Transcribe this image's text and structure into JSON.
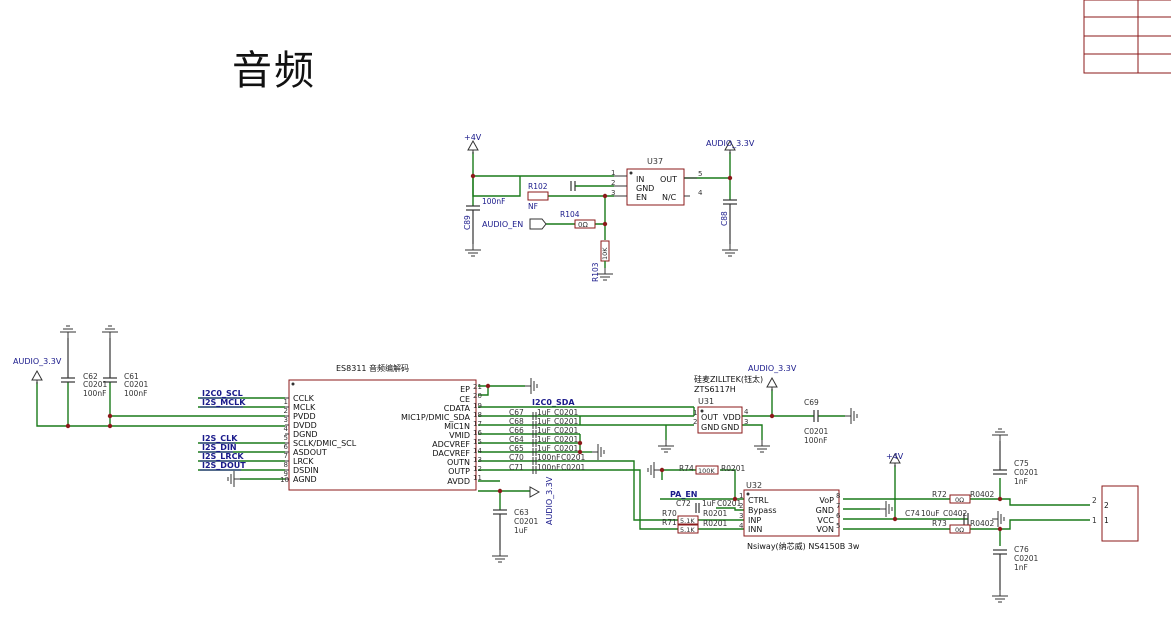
{
  "page": {
    "title": "音频"
  },
  "nets": {
    "plus4v": "+4V",
    "audio33": "AUDIO_3.3V",
    "audio_en": "AUDIO_EN",
    "i2c_scl": "I2C0_SCL",
    "i2s_mclk": "I2S_MCLK",
    "i2s_clk": "I2S_CLK",
    "i2s_din": "I2S_DIN",
    "i2s_lrck": "I2S_LRCK",
    "i2s_dout": "I2S_DOUT",
    "i2c_sda": "I2C0_SDA",
    "pa_en": "PA_EN"
  },
  "ldo": {
    "ref": "U37",
    "pins": [
      "IN",
      "GND",
      "EN",
      "OUT",
      "N/C"
    ],
    "pin_numbers": [
      "1",
      "2",
      "3",
      "5",
      "4"
    ]
  },
  "ldo_parts": {
    "c89": {
      "ref": "C89",
      "value": "100nF"
    },
    "c88": {
      "ref": "C88"
    },
    "r102": {
      "ref": "R102",
      "value": "NF"
    },
    "r104": {
      "ref": "R104",
      "value": "0Ω"
    },
    "r103": {
      "ref": "R103",
      "value": "10K"
    }
  },
  "codec": {
    "title": "ES8311 音频编解码",
    "left_pins": [
      {
        "num": "1",
        "name": "CCLK"
      },
      {
        "num": "2",
        "name": "MCLK"
      },
      {
        "num": "3",
        "name": "PVDD"
      },
      {
        "num": "4",
        "name": "DVDD"
      },
      {
        "num": "5",
        "name": "DGND"
      },
      {
        "num": "6",
        "name": "SCLK/DMIC_SCL"
      },
      {
        "num": "7",
        "name": "ASDOUT"
      },
      {
        "num": "8",
        "name": "LRCK"
      },
      {
        "num": "9",
        "name": "DSDIN"
      },
      {
        "num": "10",
        "name": "AGND"
      }
    ],
    "right_pins": [
      {
        "num": "21",
        "name": "EP"
      },
      {
        "num": "20",
        "name": "CE"
      },
      {
        "num": "19",
        "name": "CDATA"
      },
      {
        "num": "18",
        "name": "MIC1P/DMIC_SDA"
      },
      {
        "num": "17",
        "name": "MIC1N"
      },
      {
        "num": "16",
        "name": "VMID"
      },
      {
        "num": "15",
        "name": "ADCVREF"
      },
      {
        "num": "14",
        "name": "DACVREF"
      },
      {
        "num": "13",
        "name": "OUTN"
      },
      {
        "num": "12",
        "name": "OUTP"
      },
      {
        "num": "11",
        "name": "AVDD"
      }
    ]
  },
  "decoupling": {
    "c62": {
      "ref": "C62",
      "pkg": "C0201",
      "value": "100nF"
    },
    "c61": {
      "ref": "C61",
      "pkg": "C0201",
      "value": "100nF"
    },
    "c63": {
      "ref": "C63",
      "pkg": "C0201",
      "value": "1uF"
    }
  },
  "codec_caps": [
    {
      "ref": "C67",
      "value": "1uF",
      "pkg": "C0201"
    },
    {
      "ref": "C68",
      "value": "1uF",
      "pkg": "C0201"
    },
    {
      "ref": "C66",
      "value": "1uF",
      "pkg": "C0201"
    },
    {
      "ref": "C64",
      "value": "1uF",
      "pkg": "C0201"
    },
    {
      "ref": "C65",
      "value": "1uF",
      "pkg": "C0201"
    },
    {
      "ref": "C70",
      "value": "100nF",
      "pkg": "C0201"
    },
    {
      "ref": "C71",
      "value": "100nF",
      "pkg": "C0201"
    }
  ],
  "mic": {
    "ref": "U31",
    "vendor": "硅麦ZILLTEK(钰太)",
    "part": "ZTS6117H",
    "pins": [
      "OUT",
      "VDD",
      "GND",
      "GND"
    ],
    "pin_numbers": [
      "1",
      "4",
      "2",
      "3"
    ],
    "c69": {
      "ref": "C69",
      "pkg": "C0201",
      "value": "100nF"
    }
  },
  "amp": {
    "ref": "U32",
    "desc": "Nsiway(纳芯威) NS4150B 3w",
    "left_pins": [
      {
        "num": "1",
        "name": "CTRL"
      },
      {
        "num": "2",
        "name": "Bypass"
      },
      {
        "num": "3",
        "name": "INP"
      },
      {
        "num": "4",
        "name": "INN"
      }
    ],
    "right_pins": [
      {
        "num": "8",
        "name": "VoP"
      },
      {
        "num": "7",
        "name": "GND"
      },
      {
        "num": "6",
        "name": "VCC"
      },
      {
        "num": "5",
        "name": "VON"
      }
    ],
    "r74": {
      "ref": "R74",
      "value": "100K",
      "pkg": "R0201"
    },
    "c72": {
      "ref": "C72",
      "value": "1uF",
      "pkg": "C0201"
    },
    "r70": {
      "ref": "R70",
      "value": "5.1K",
      "pkg": "R0201"
    },
    "r71": {
      "ref": "R71",
      "value": "5.1K",
      "pkg": "R0201"
    },
    "c74": {
      "ref": "C74",
      "value": "10uF",
      "pkg": "C0402"
    }
  },
  "output": {
    "r72": {
      "ref": "R72",
      "value": "0Ω",
      "pkg": "R0402"
    },
    "r73": {
      "ref": "R73",
      "value": "0Ω",
      "pkg": "R0402"
    },
    "c75": {
      "ref": "C75",
      "pkg": "C0201",
      "value": "1nF"
    },
    "c76": {
      "ref": "C76",
      "pkg": "C0201",
      "value": "1nF"
    },
    "connector_pins": [
      "2",
      "1"
    ]
  }
}
